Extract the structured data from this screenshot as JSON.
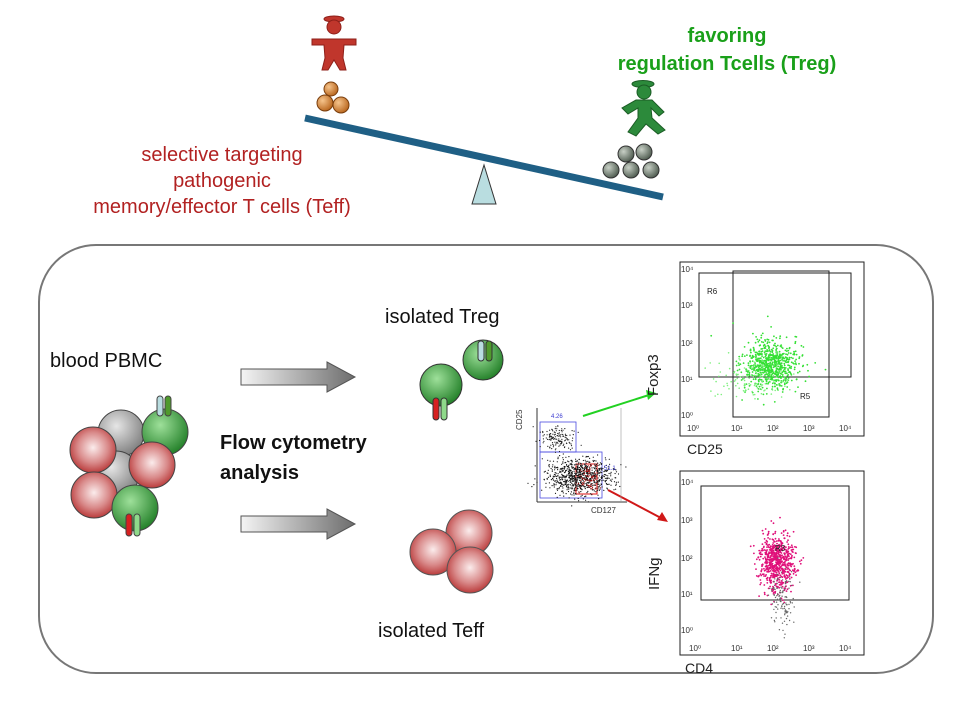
{
  "top": {
    "teff_caption": [
      "selective targeting",
      "pathogenic",
      "memory/effector T cells (Teff)"
    ],
    "treg_caption": [
      "favoring",
      "regulation Tcells (Treg)"
    ]
  },
  "panel": {
    "blood_label": "blood PBMC",
    "flow_label": [
      "Flow cytometry",
      "analysis"
    ],
    "treg_label": "isolated Treg",
    "teff_label": "isolated Teff"
  },
  "small_plot": {
    "y_label": "CD25",
    "x_label": "CD127",
    "gate_upper": "4.26",
    "gate_lower": "51.1"
  },
  "plot_top": {
    "y_title": "Foxp3",
    "x_title": "CD25",
    "gate_a": "R6",
    "gate_b": "R5",
    "x_ticks": [
      "10⁰",
      "10¹",
      "10²",
      "10³",
      "10⁴"
    ],
    "y_ticks": [
      "10⁰",
      "10¹",
      "10²",
      "10³",
      "10⁴"
    ]
  },
  "plot_bottom": {
    "y_title": "IFNg",
    "x_title": "CD4",
    "gate_a": "R3",
    "x_ticks": [
      "10⁰",
      "10¹",
      "10²",
      "10³",
      "10⁴"
    ],
    "y_ticks": [
      "10⁰",
      "10¹",
      "10²",
      "10³",
      "10⁴"
    ]
  },
  "colors": {
    "teff_red": "#b22222",
    "treg_green": "#1aa01a",
    "seesaw_blue": "#1f5f85",
    "panel_border": "#777777"
  }
}
